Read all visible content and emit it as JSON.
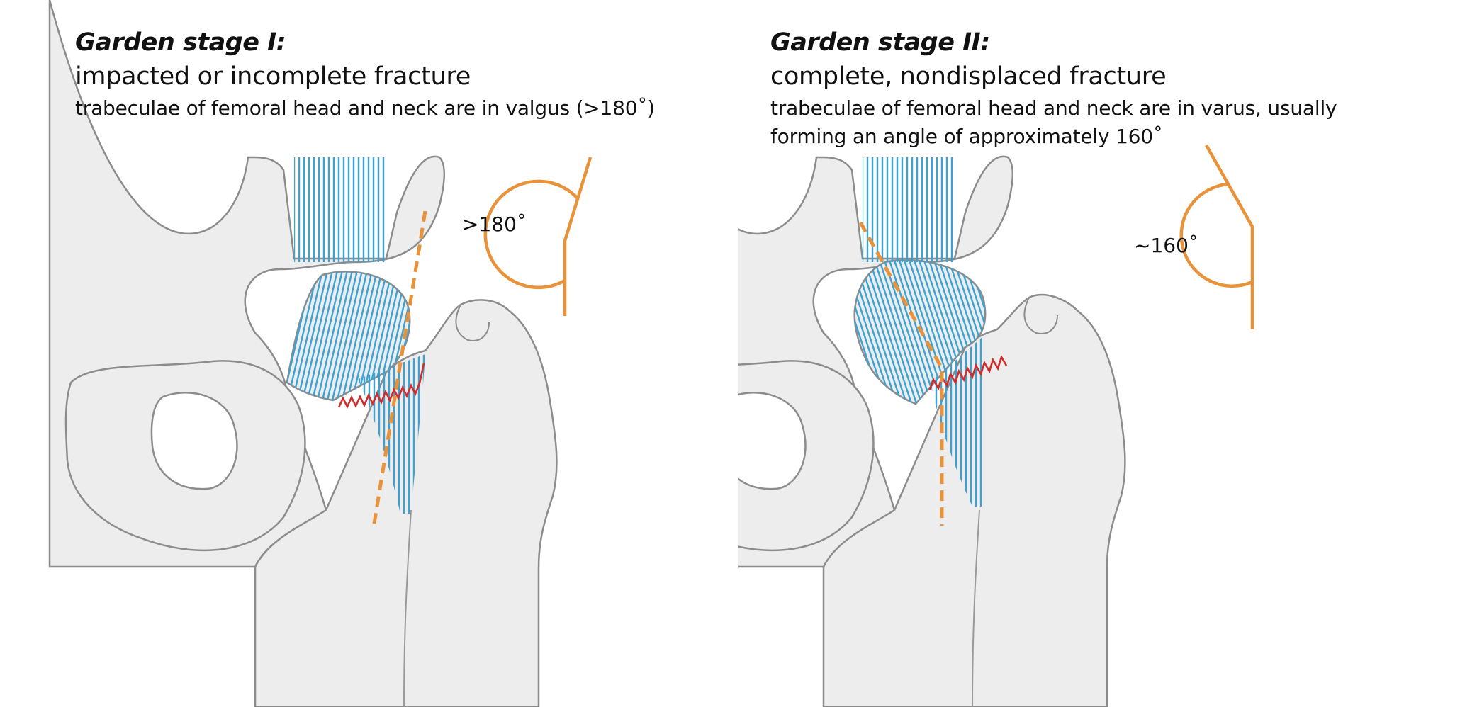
{
  "colors": {
    "bone_fill": "#ededed",
    "bone_outline": "#8c8c8c",
    "trabeculae": "#3aa3d4",
    "fracture_line": "#d32a2a",
    "axis_line": "#e8923a"
  },
  "panels": [
    {
      "title": "Garden stage I:",
      "subtitle": "impacted or incomplete fracture",
      "description": "trabeculae of femoral head and neck are in valgus (>180˚)",
      "angle_label": ">180˚"
    },
    {
      "title": "Garden stage II:",
      "subtitle": "complete, nondisplaced fracture",
      "description": "trabeculae of femoral head and neck are in varus, usually forming an angle of approximately 160˚",
      "angle_label": "~160˚"
    }
  ]
}
